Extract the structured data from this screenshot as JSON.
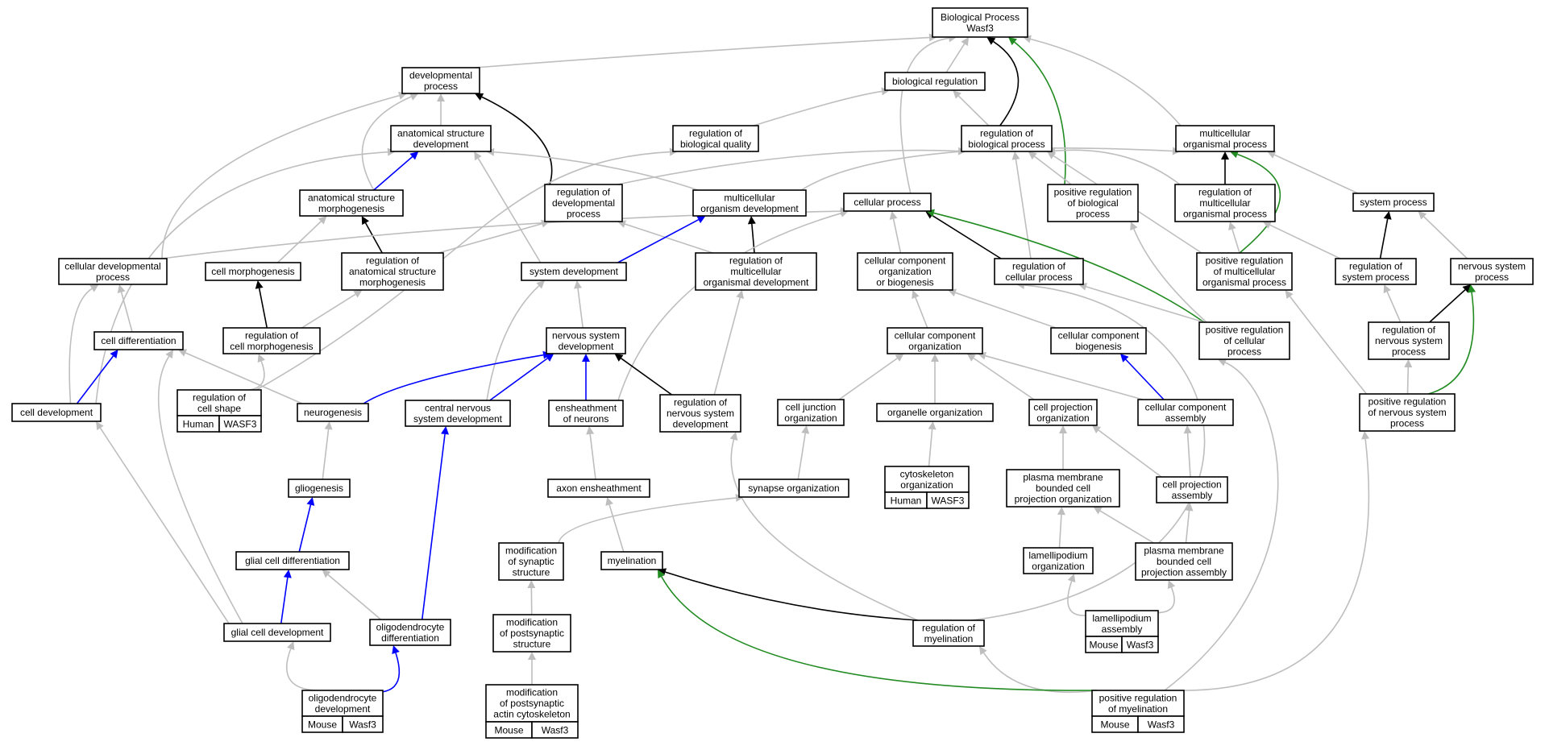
{
  "colors": {
    "default_edge": "#bebebe",
    "is_a_strong": "#000000",
    "part_of": "#0000ff",
    "positive": "#228b22",
    "human_tag": "#ff6347",
    "mouse_tag": "#add8e6"
  },
  "nodes": [
    {
      "id": "bp",
      "lines": [
        "Biological Process",
        "Wasf3"
      ]
    },
    {
      "id": "devproc",
      "lines": [
        "developmental",
        "process"
      ]
    },
    {
      "id": "bioreg",
      "lines": [
        "biological regulation"
      ]
    },
    {
      "id": "asd",
      "lines": [
        "anatomical structure",
        "development"
      ]
    },
    {
      "id": "regbq",
      "lines": [
        "regulation of",
        "biological quality"
      ]
    },
    {
      "id": "regbp",
      "lines": [
        "regulation of",
        "biological process"
      ]
    },
    {
      "id": "mop",
      "lines": [
        "multicellular",
        "organismal process"
      ]
    },
    {
      "id": "asm",
      "lines": [
        "anatomical structure",
        "morphogenesis"
      ]
    },
    {
      "id": "regdp",
      "lines": [
        "regulation of",
        "developmental",
        "process"
      ]
    },
    {
      "id": "mod",
      "lines": [
        "multicellular",
        "organism development"
      ]
    },
    {
      "id": "cellproc",
      "lines": [
        "cellular process"
      ]
    },
    {
      "id": "posregbp",
      "lines": [
        "positive regulation",
        "of biological",
        "process"
      ]
    },
    {
      "id": "regmop",
      "lines": [
        "regulation of",
        "multicellular",
        "organismal process"
      ]
    },
    {
      "id": "sysproc",
      "lines": [
        "system process"
      ]
    },
    {
      "id": "celldevproc",
      "lines": [
        "cellular developmental",
        "process"
      ]
    },
    {
      "id": "cellmorph",
      "lines": [
        "cell morphogenesis"
      ]
    },
    {
      "id": "regasm",
      "lines": [
        "regulation of",
        "anatomical structure",
        "morphogenesis"
      ]
    },
    {
      "id": "sysdev",
      "lines": [
        "system development"
      ]
    },
    {
      "id": "regmod",
      "lines": [
        "regulation of",
        "multicellular",
        "organismal development"
      ]
    },
    {
      "id": "ccob",
      "lines": [
        "cellular component",
        "organization",
        "or biogenesis"
      ]
    },
    {
      "id": "regcp",
      "lines": [
        "regulation of",
        "cellular process"
      ]
    },
    {
      "id": "posregmop",
      "lines": [
        "positive regulation",
        "of multicellular",
        "organismal process"
      ]
    },
    {
      "id": "regsp",
      "lines": [
        "regulation of",
        "system process"
      ]
    },
    {
      "id": "nsp",
      "lines": [
        "nervous system",
        "process"
      ]
    },
    {
      "id": "celldiff",
      "lines": [
        "cell differentiation"
      ]
    },
    {
      "id": "regcm",
      "lines": [
        "regulation of",
        "cell morphogenesis"
      ]
    },
    {
      "id": "nsd",
      "lines": [
        "nervous system",
        "development"
      ]
    },
    {
      "id": "cco",
      "lines": [
        "cellular component",
        "organization"
      ]
    },
    {
      "id": "ccb",
      "lines": [
        "cellular component",
        "biogenesis"
      ]
    },
    {
      "id": "posregcp",
      "lines": [
        "positive regulation",
        "of cellular",
        "process"
      ]
    },
    {
      "id": "regnsp",
      "lines": [
        "regulation of",
        "nervous system",
        "process"
      ]
    },
    {
      "id": "celldev",
      "lines": [
        "cell development"
      ]
    },
    {
      "id": "regcs",
      "lines": [
        "regulation of",
        "cell shape"
      ],
      "tag": {
        "species": "Human",
        "gene": "WASF3",
        "color": "#ff6347"
      }
    },
    {
      "id": "neurogen",
      "lines": [
        "neurogenesis"
      ]
    },
    {
      "id": "cnsd",
      "lines": [
        "central nervous",
        "system development"
      ]
    },
    {
      "id": "ensh",
      "lines": [
        "ensheathment",
        "of neurons"
      ]
    },
    {
      "id": "regnsd",
      "lines": [
        "regulation of",
        "nervous system",
        "development"
      ]
    },
    {
      "id": "cjo",
      "lines": [
        "cell junction",
        "organization"
      ]
    },
    {
      "id": "orgo",
      "lines": [
        "organelle organization"
      ]
    },
    {
      "id": "cpo",
      "lines": [
        "cell projection",
        "organization"
      ]
    },
    {
      "id": "cca",
      "lines": [
        "cellular component",
        "assembly"
      ]
    },
    {
      "id": "posregnsp",
      "lines": [
        "positive regulation",
        "of nervous system",
        "process"
      ]
    },
    {
      "id": "gliogen",
      "lines": [
        "gliogenesis"
      ]
    },
    {
      "id": "axonens",
      "lines": [
        "axon ensheathment"
      ]
    },
    {
      "id": "synorg",
      "lines": [
        "synapse organization"
      ]
    },
    {
      "id": "cytoorg",
      "lines": [
        "cytoskeleton",
        "organization"
      ],
      "tag": {
        "species": "Human",
        "gene": "WASF3",
        "color": "#ff6347"
      }
    },
    {
      "id": "pmbcpo",
      "lines": [
        "plasma membrane",
        "bounded cell",
        "projection organization"
      ]
    },
    {
      "id": "cpa",
      "lines": [
        "cell projection",
        "assembly"
      ]
    },
    {
      "id": "gcdiff",
      "lines": [
        "glial cell differentiation"
      ]
    },
    {
      "id": "modsyn",
      "lines": [
        "modification",
        "of synaptic",
        "structure"
      ]
    },
    {
      "id": "myel",
      "lines": [
        "myelination"
      ]
    },
    {
      "id": "lamorg",
      "lines": [
        "lamellipodium",
        "organization"
      ]
    },
    {
      "id": "pmbcpa",
      "lines": [
        "plasma membrane",
        "bounded cell",
        "projection assembly"
      ]
    },
    {
      "id": "gcdev",
      "lines": [
        "glial cell development"
      ]
    },
    {
      "id": "odiff",
      "lines": [
        "oligodendrocyte",
        "differentiation"
      ]
    },
    {
      "id": "modpost",
      "lines": [
        "modification",
        "of postsynaptic",
        "structure"
      ]
    },
    {
      "id": "regmyel",
      "lines": [
        "regulation of",
        "myelination"
      ]
    },
    {
      "id": "lamass",
      "lines": [
        "lamellipodium",
        "assembly"
      ],
      "tag": {
        "species": "Mouse",
        "gene": "Wasf3",
        "color": "#add8e6"
      }
    },
    {
      "id": "odev",
      "lines": [
        "oligodendrocyte",
        "development"
      ],
      "tag": {
        "species": "Mouse",
        "gene": "Wasf3",
        "color": "#add8e6"
      }
    },
    {
      "id": "modpac",
      "lines": [
        "modification",
        "of postsynaptic",
        "actin cytoskeleton"
      ],
      "tag": {
        "species": "Mouse",
        "gene": "Wasf3",
        "color": "#add8e6"
      }
    },
    {
      "id": "posregmyel",
      "lines": [
        "positive regulation",
        "of myelination"
      ],
      "tag": {
        "species": "Mouse",
        "gene": "Wasf3",
        "color": "#add8e6"
      }
    }
  ]
}
